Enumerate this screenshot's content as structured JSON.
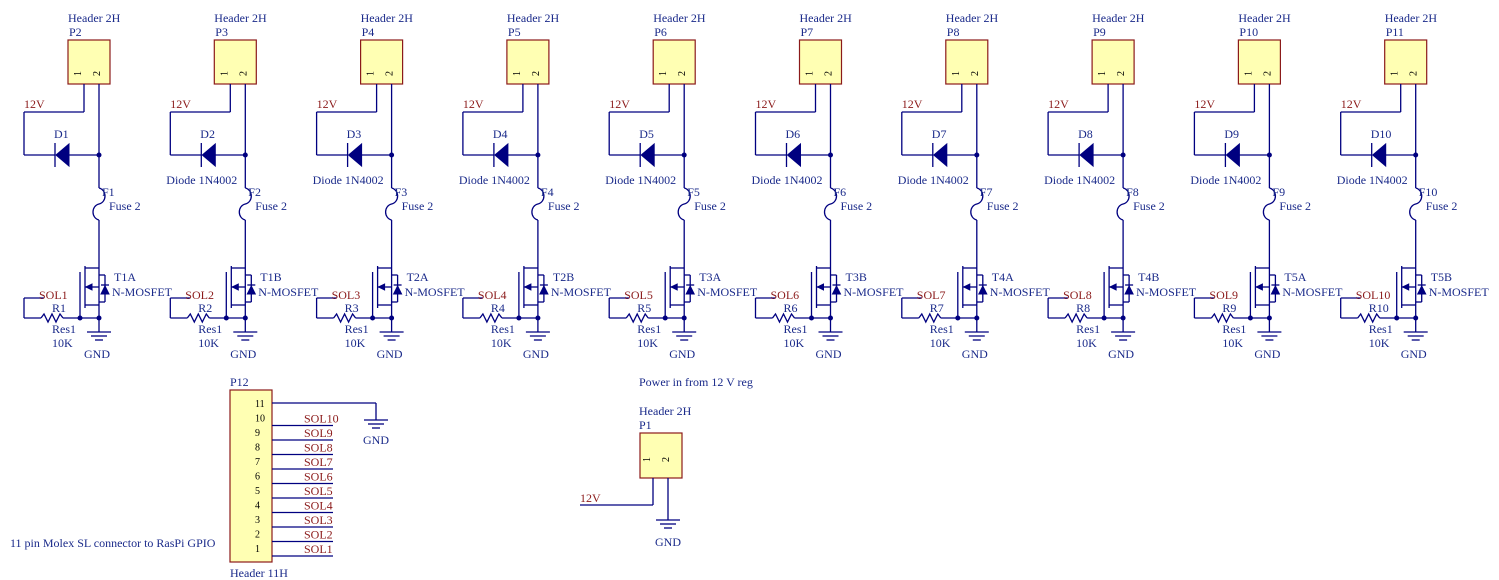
{
  "channels": [
    {
      "header": "Header 2H",
      "ref": "P2",
      "pin1": "1",
      "pin2": "2",
      "supply": "12V",
      "diode": "D1",
      "diode_val": "",
      "fuse": "F1",
      "fuse_val": "Fuse 2",
      "mosfet": "T1A",
      "mosfet_val": "N-MOSFET",
      "net": "SOL1",
      "res": "R1",
      "res_val": "Res1",
      "res_ohm": "10K",
      "gnd": "GND"
    },
    {
      "header": "Header 2H",
      "ref": "P3",
      "pin1": "1",
      "pin2": "2",
      "supply": "12V",
      "diode": "D2",
      "diode_val": "Diode 1N4002",
      "fuse": "F2",
      "fuse_val": "Fuse 2",
      "mosfet": "T1B",
      "mosfet_val": "N-MOSFET",
      "net": "SOL2",
      "res": "R2",
      "res_val": "Res1",
      "res_ohm": "10K",
      "gnd": "GND"
    },
    {
      "header": "Header 2H",
      "ref": "P4",
      "pin1": "1",
      "pin2": "2",
      "supply": "12V",
      "diode": "D3",
      "diode_val": "Diode 1N4002",
      "fuse": "F3",
      "fuse_val": "Fuse 2",
      "mosfet": "T2A",
      "mosfet_val": "N-MOSFET",
      "net": "SOL3",
      "res": "R3",
      "res_val": "Res1",
      "res_ohm": "10K",
      "gnd": "GND"
    },
    {
      "header": "Header 2H",
      "ref": "P5",
      "pin1": "1",
      "pin2": "2",
      "supply": "12V",
      "diode": "D4",
      "diode_val": "Diode 1N4002",
      "fuse": "F4",
      "fuse_val": "Fuse 2",
      "mosfet": "T2B",
      "mosfet_val": "N-MOSFET",
      "net": "SOL4",
      "res": "R4",
      "res_val": "Res1",
      "res_ohm": "10K",
      "gnd": "GND"
    },
    {
      "header": "Header 2H",
      "ref": "P6",
      "pin1": "1",
      "pin2": "2",
      "supply": "12V",
      "diode": "D5",
      "diode_val": "Diode 1N4002",
      "fuse": "F5",
      "fuse_val": "Fuse 2",
      "mosfet": "T3A",
      "mosfet_val": "N-MOSFET",
      "net": "SOL5",
      "res": "R5",
      "res_val": "Res1",
      "res_ohm": "10K",
      "gnd": "GND"
    },
    {
      "header": "Header 2H",
      "ref": "P7",
      "pin1": "1",
      "pin2": "2",
      "supply": "12V",
      "diode": "D6",
      "diode_val": "Diode 1N4002",
      "fuse": "F6",
      "fuse_val": "Fuse 2",
      "mosfet": "T3B",
      "mosfet_val": "N-MOSFET",
      "net": "SOL6",
      "res": "R6",
      "res_val": "Res1",
      "res_ohm": "10K",
      "gnd": "GND"
    },
    {
      "header": "Header 2H",
      "ref": "P8",
      "pin1": "1",
      "pin2": "2",
      "supply": "12V",
      "diode": "D7",
      "diode_val": "Diode 1N4002",
      "fuse": "F7",
      "fuse_val": "Fuse 2",
      "mosfet": "T4A",
      "mosfet_val": "N-MOSFET",
      "net": "SOL7",
      "res": "R7",
      "res_val": "Res1",
      "res_ohm": "10K",
      "gnd": "GND"
    },
    {
      "header": "Header 2H",
      "ref": "P9",
      "pin1": "1",
      "pin2": "2",
      "supply": "12V",
      "diode": "D8",
      "diode_val": "Diode 1N4002",
      "fuse": "F8",
      "fuse_val": "Fuse 2",
      "mosfet": "T4B",
      "mosfet_val": "N-MOSFET",
      "net": "SOL8",
      "res": "R8",
      "res_val": "Res1",
      "res_ohm": "10K",
      "gnd": "GND"
    },
    {
      "header": "Header 2H",
      "ref": "P10",
      "pin1": "1",
      "pin2": "2",
      "supply": "12V",
      "diode": "D9",
      "diode_val": "Diode 1N4002",
      "fuse": "F9",
      "fuse_val": "Fuse 2",
      "mosfet": "T5A",
      "mosfet_val": "N-MOSFET",
      "net": "SOL9",
      "res": "R9",
      "res_val": "Res1",
      "res_ohm": "10K",
      "gnd": "GND"
    },
    {
      "header": "Header 2H",
      "ref": "P11",
      "pin1": "1",
      "pin2": "2",
      "supply": "12V",
      "diode": "D10",
      "diode_val": "Diode 1N4002",
      "fuse": "F10",
      "fuse_val": "Fuse 2",
      "mosfet": "T5B",
      "mosfet_val": "N-MOSFET",
      "net": "SOL10",
      "res": "R10",
      "res_val": "Res1",
      "res_ohm": "10K",
      "gnd": "GND"
    }
  ],
  "connector": {
    "ref": "P12",
    "value": "Header 11H",
    "description": "11 pin Molex SL connector to RasPi GPIO",
    "pins": [
      "11",
      "10",
      "9",
      "8",
      "7",
      "6",
      "5",
      "4",
      "3",
      "2",
      "1"
    ],
    "nets": [
      "SOL10",
      "SOL9",
      "SOL8",
      "SOL7",
      "SOL6",
      "SOL5",
      "SOL4",
      "SOL3",
      "SOL2",
      "SOL1"
    ],
    "gnd": "GND"
  },
  "power": {
    "note": "Power in from 12 V reg",
    "header": "Header 2H",
    "ref": "P1",
    "pin1": "1",
    "pin2": "2",
    "supply": "12V",
    "gnd": "GND"
  }
}
